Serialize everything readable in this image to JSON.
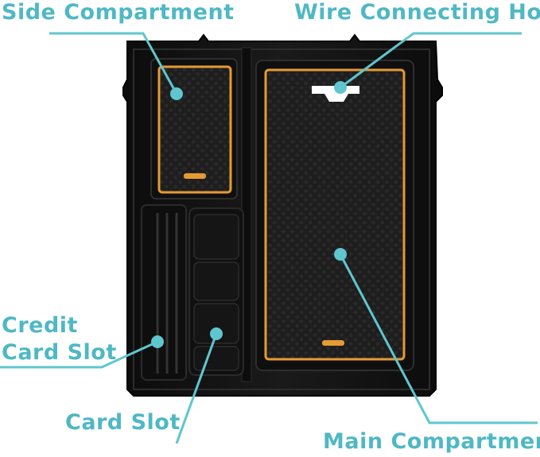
{
  "labels": {
    "side_compartment": "Side Compartment",
    "wire_connecting_hole": "Wire Connecting Hole",
    "credit_card_slot_line1": "Credit",
    "credit_card_slot_line2": "Card Slot",
    "card_slot": "Card Slot",
    "main_compartment": "Main Compartment"
  },
  "colors": {
    "label_text": "#4fb8c4",
    "callout_line": "#5fc6cf",
    "tray_body": "#141414",
    "mat": "#1c1c1c",
    "orange_trim": "#e59a35"
  }
}
